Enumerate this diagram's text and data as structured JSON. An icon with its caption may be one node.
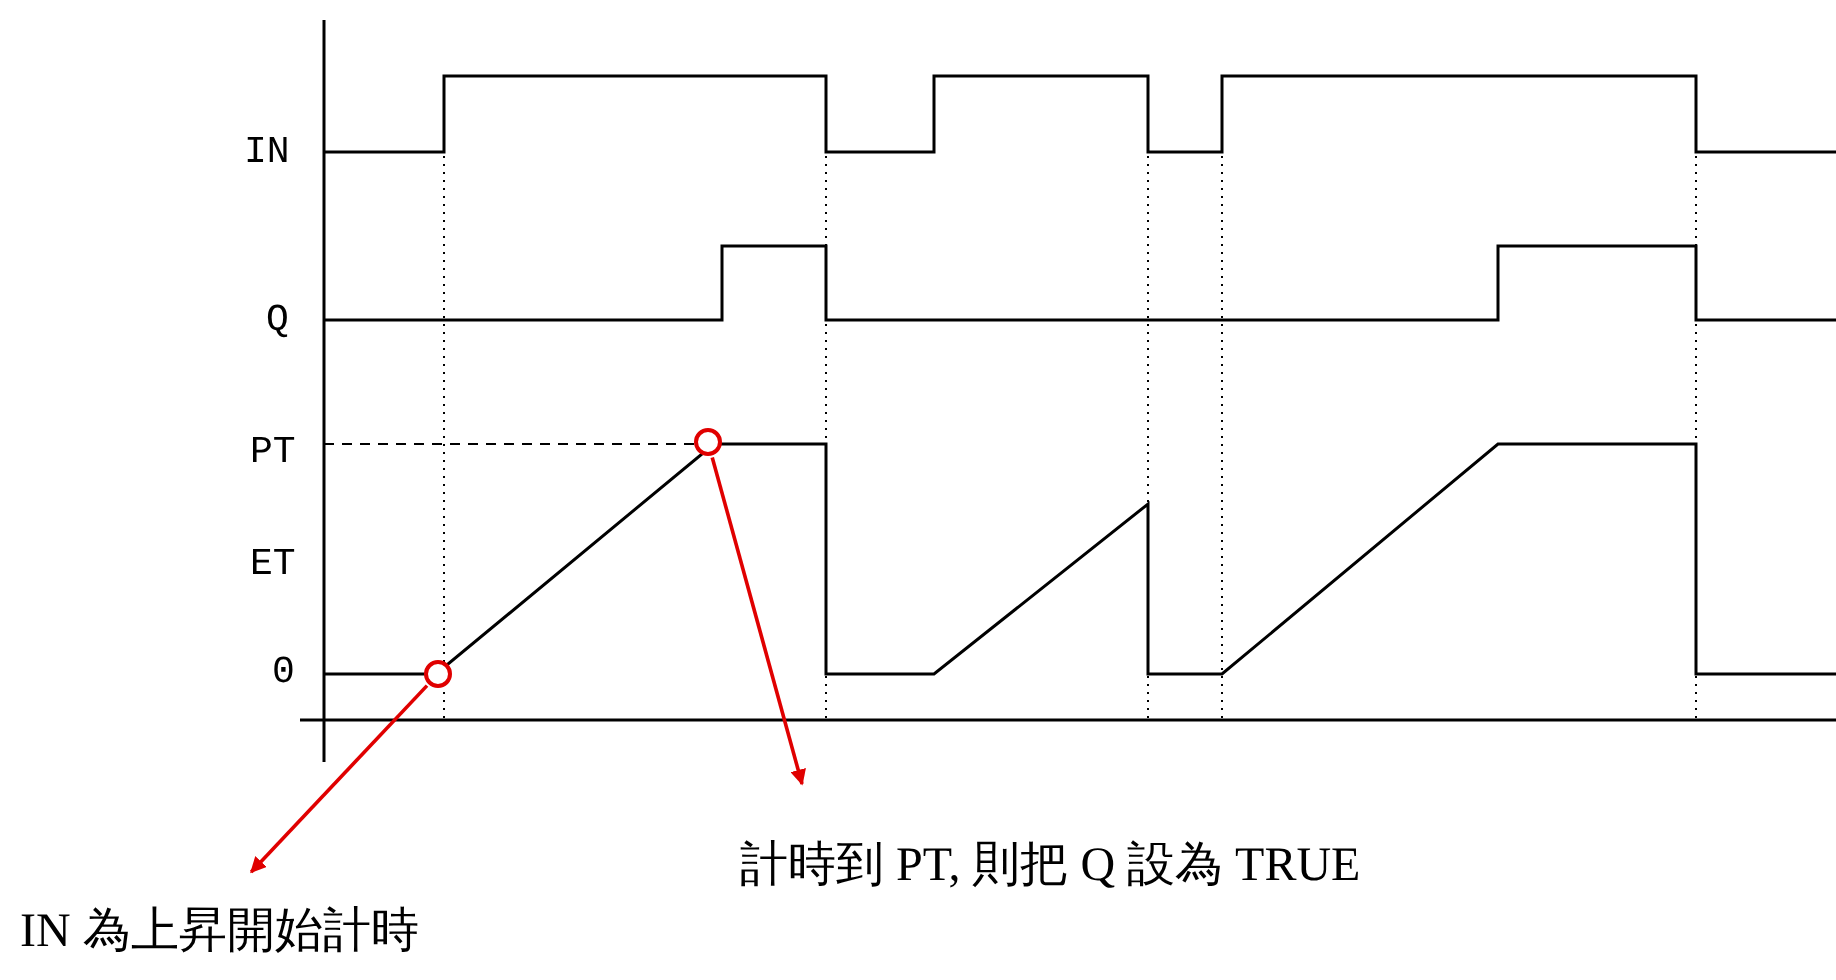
{
  "diagram": {
    "nodes": [
      {
        "text": [
          "IN 為上昇開始計時"
        ]
      },
      {
        "text": [
          "計時到 PT, 則把 Q 設為 TRUE"
        ]
      },
      {
        "text": [],
        "shape": "circle"
      },
      {
        "text": [],
        "shape": "circle"
      }
    ],
    "edges": [
      {
        "from": 2,
        "to": 0,
        "arrow": "to"
      },
      {
        "from": 3,
        "to": 1,
        "arrow": "to"
      }
    ],
    "labels": [
      "IN",
      "Q",
      "PT",
      "ET",
      "0"
    ]
  }
}
